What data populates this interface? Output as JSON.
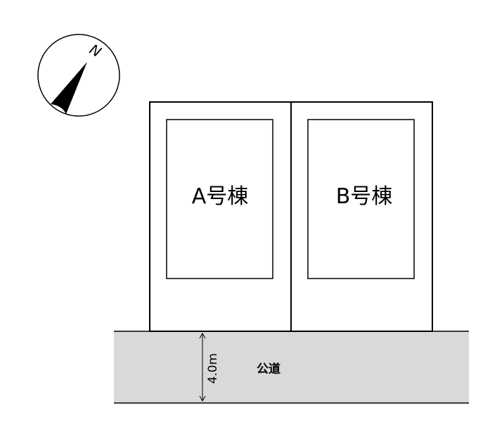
{
  "compass": {
    "north_label": "N",
    "icon": "north-arrow-icon"
  },
  "lots": [
    {
      "label": "A号棟"
    },
    {
      "label": "B号棟"
    }
  ],
  "road": {
    "label": "公道",
    "width_label": "4.0m"
  },
  "colors": {
    "road_fill": "#d9d9d9",
    "line": "#000000",
    "background": "#ffffff"
  }
}
